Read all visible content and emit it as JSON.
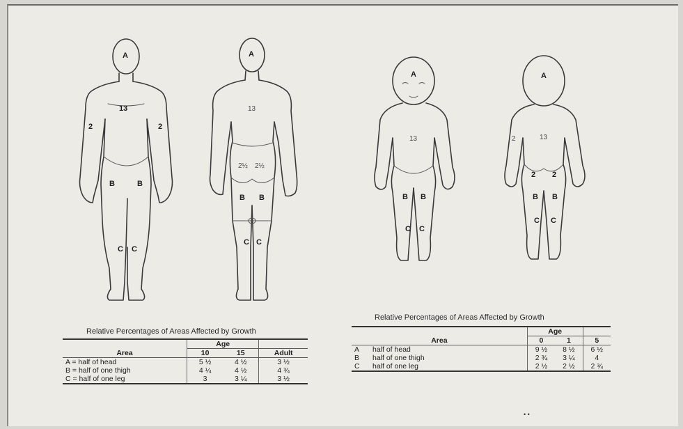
{
  "adult_table": {
    "title": "Relative Percentages of Areas Affected by Growth",
    "area_header": "Area",
    "age_header": "Age",
    "columns": [
      "10",
      "15",
      "Adult"
    ],
    "rows": [
      {
        "area": "A  = half of head",
        "values": [
          "5 ½",
          "4 ½",
          "3 ½"
        ]
      },
      {
        "area": "B  = half of one thigh",
        "values": [
          "4 ¼",
          "4 ½",
          "4 ¾"
        ]
      },
      {
        "area": "C  = half of one leg",
        "values": [
          "3",
          "3 ¼",
          "3 ½"
        ]
      }
    ]
  },
  "child_table": {
    "title": "Relative Percentages of Areas Affected by Growth",
    "area_header": "Area",
    "age_header": "Age",
    "columns": [
      "0",
      "1",
      "5"
    ],
    "rows": [
      {
        "letter": "A",
        "area": "half of head",
        "values": [
          "9 ½",
          "8 ½",
          "6 ½"
        ]
      },
      {
        "letter": "B",
        "area": "half of one thigh",
        "values": [
          "2 ¾",
          "3 ¼",
          "4"
        ]
      },
      {
        "letter": "C",
        "area": "half of one leg",
        "values": [
          "2 ½",
          "2 ½",
          "2 ¾"
        ]
      }
    ]
  },
  "adult_front_labels": {
    "head": "A",
    "trunk": "13",
    "arm_left": "2",
    "arm_right": "2",
    "thigh_left": "B",
    "thigh_right": "B",
    "leg_left": "C",
    "leg_right": "C"
  },
  "adult_back_labels": {
    "head": "A",
    "trunk": "13",
    "buttock_left": "2½",
    "buttock_right": "2½",
    "thigh_left": "B",
    "thigh_right": "B",
    "leg_left": "C",
    "leg_right": "C"
  },
  "child_front_labels": {
    "head": "A",
    "trunk": "13",
    "thigh_left": "B",
    "thigh_right": "B",
    "leg_left": "C",
    "leg_right": "C"
  },
  "child_back_labels": {
    "head": "A",
    "trunk": "13",
    "arm_left": "2",
    "buttock_left": "2",
    "buttock_right": "2",
    "thigh_left": "B",
    "thigh_right": "B",
    "leg_left": "C",
    "leg_right": "C"
  },
  "page_mark": "• •"
}
